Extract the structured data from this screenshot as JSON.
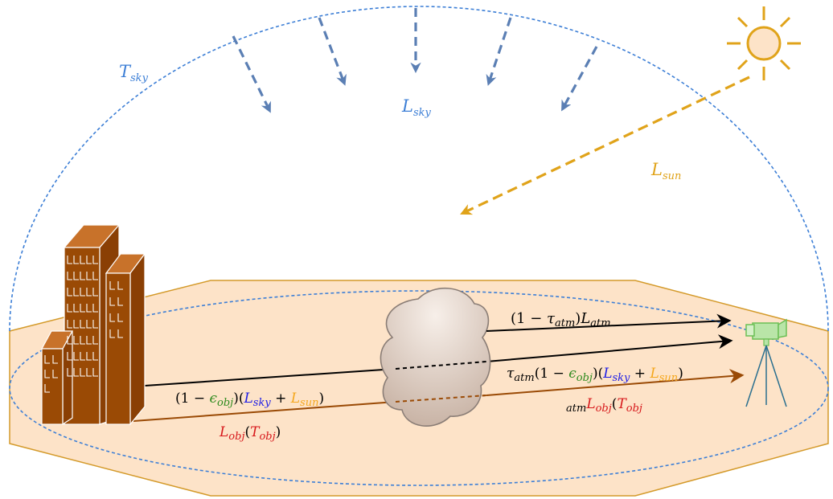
{
  "colors": {
    "sky_blue": "#3d7fd6",
    "arrow_blue": "#5b7fb4",
    "sun_gold": "#e0a31a",
    "ground_fill": "#fde3c8",
    "ground_edge": "#d49a2a",
    "building": "#9a4a05",
    "object_path": "#9a4a05",
    "obj_red": "#d7191c",
    "eps_green": "#2e8b1e",
    "sky_indigo": "#1e1ee6",
    "sun_orange": "#f5a71d",
    "camera_green": "#8fce7a",
    "tripod_teal": "#2a6f8f"
  },
  "icons": {
    "sun": "sun-icon",
    "buildings": "building-icon",
    "cloud": "cloud-icon",
    "camera": "thermal-camera-icon",
    "tripod": "tripod-icon"
  },
  "labels": {
    "t_sky": {
      "main": "T",
      "sub": "sky"
    },
    "l_sky": {
      "main": "L",
      "sub": "sky"
    },
    "l_sun": {
      "main": "L",
      "sub": "sun"
    },
    "atm_path": {
      "open": "(1 − ",
      "tau": "τ",
      "tau_sub": "atm",
      "close": ")",
      "L": "L",
      "L_sub": "atm"
    },
    "reflected_path_near": {
      "p1": "(1 − ",
      "eps": "ϵ",
      "eps_sub": "obj",
      "p2": ")(",
      "lsky": "L",
      "lsky_sub": "sky",
      "plus": " + ",
      "lsun": "L",
      "lsun_sub": "sun",
      "p3": ")"
    },
    "reflected_path_far": {
      "tau": "τ",
      "tau_sub": "atm",
      "p1": "(1 − ",
      "eps": "ϵ",
      "eps_sub": "obj",
      "p2": ")(",
      "lsky": "L",
      "lsky_sub": "sky",
      "plus": " + ",
      "lsun": "L",
      "lsun_sub": "sun",
      "p3": ")"
    },
    "emitted_path_near": {
      "L": "L",
      "L_sub": "obj",
      "open": "(",
      "T": "T",
      "T_sub": "obj",
      "close": ")"
    },
    "emitted_path_far": {
      "pre_sub": "atm",
      "L": "L",
      "L_sub": "obj",
      "open": "(",
      "T": "T",
      "T_sub": "obj"
    }
  }
}
